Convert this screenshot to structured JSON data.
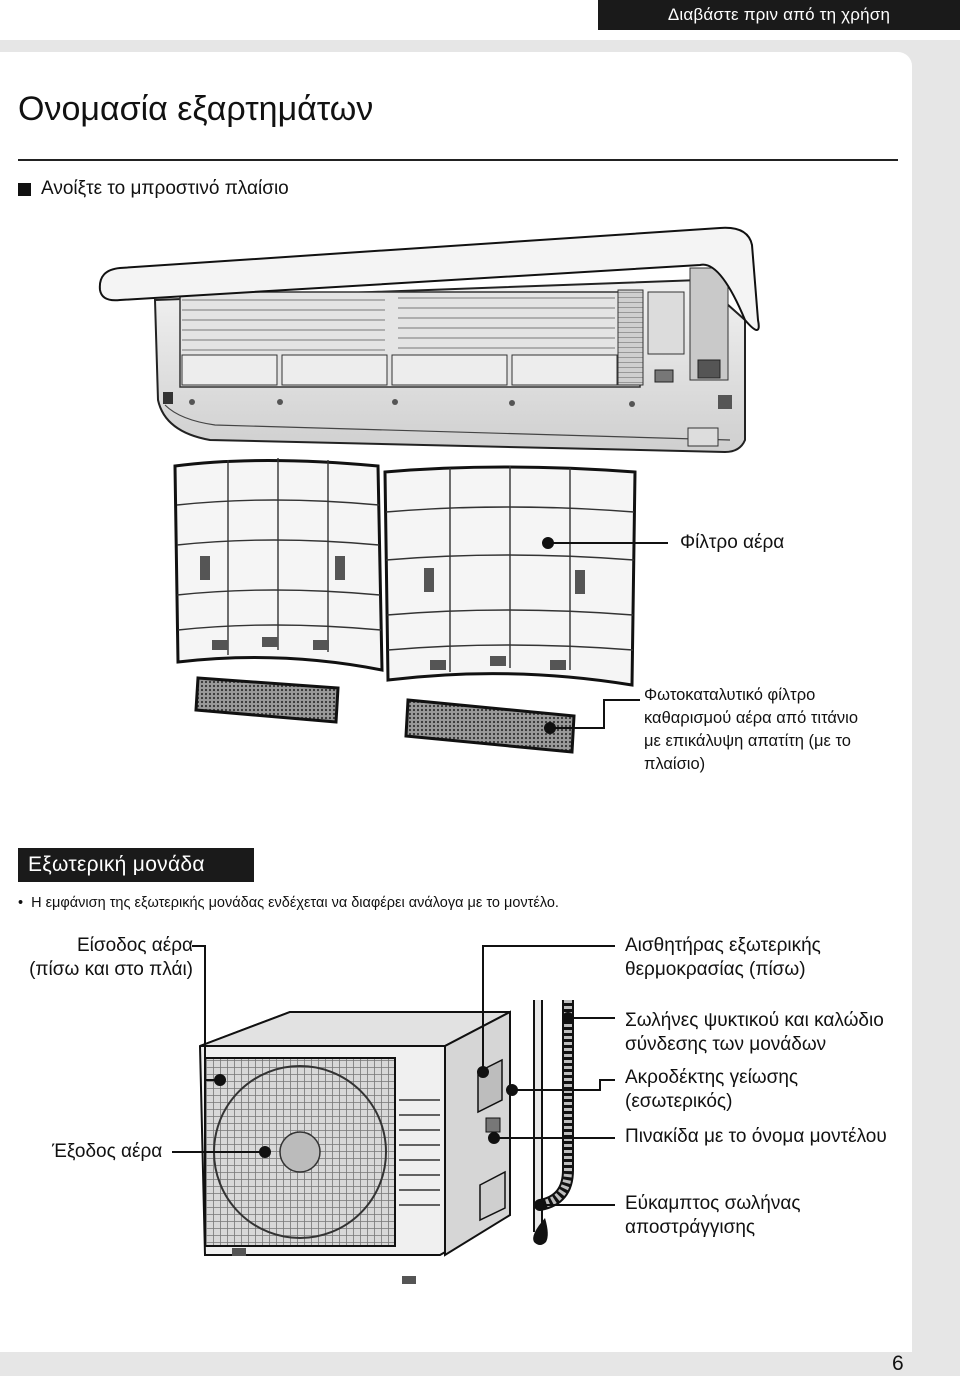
{
  "header": {
    "tab_label": "Διαβάστε πριν από τη χρήση"
  },
  "page": {
    "title": "Ονομασία εξαρτημάτων",
    "number": "6"
  },
  "indoor_section": {
    "heading": "Ανοίξτε το μπροστινό πλαίσιο"
  },
  "indoor_labels": {
    "air_filter": "Φίλτρο αέρα",
    "photocatalytic_filter": [
      "Φωτοκαταλυτικό φίλτρο",
      "καθαρισμού αέρα από τιτάνιο",
      "με επικάλυψη απατίτη (με το",
      "πλαίσιο)"
    ]
  },
  "outdoor_section": {
    "heading": "Εξωτερική μονάδα",
    "note": "Η εμφάνιση της εξωτερικής μονάδας ενδέχεται να διαφέρει ανάλογα με το μοντέλο."
  },
  "outdoor_labels": {
    "air_inlet": [
      "Είσοδος αέρα",
      "(πίσω και στο πλάι)"
    ],
    "air_outlet": "Έξοδος αέρα",
    "temp_sensor": [
      "Αισθητήρας εξωτερικής",
      "θερμοκρασίας (πίσω)"
    ],
    "piping": [
      "Σωλήνες ψυκτικού και καλώδιο",
      "σύνδεσης των μονάδων"
    ],
    "ground_terminal": [
      "Ακροδέκτης γείωσης",
      "(εσωτερικός)"
    ],
    "name_plate": "Πινακίδα με το όνομα μοντέλου",
    "drain_hose": [
      "Εύκαμπτος σωλήνας",
      "αποστράγγισης"
    ]
  },
  "colors": {
    "tab_bg": "#1a1a1a",
    "page_bg": "#e6e6e6"
  }
}
